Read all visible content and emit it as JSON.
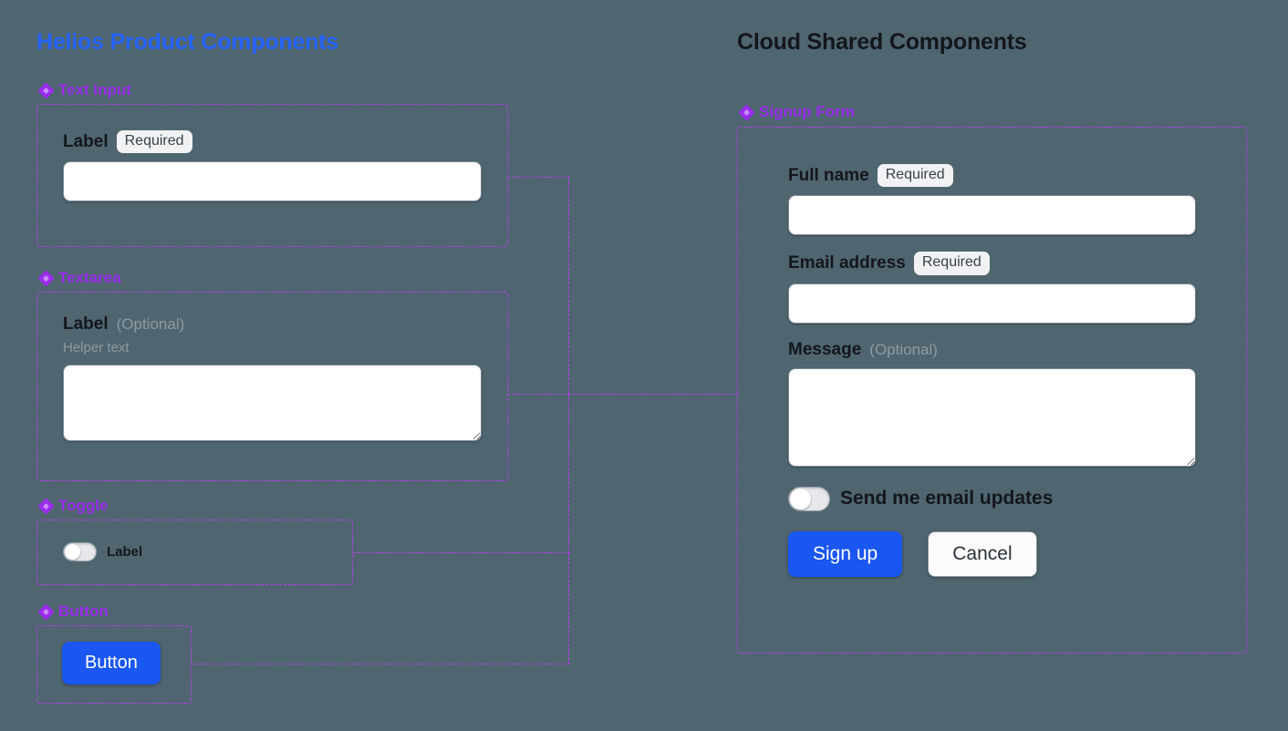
{
  "columns": {
    "left_title": "Helios Product Components",
    "right_title": "Cloud Shared Components"
  },
  "colors": {
    "background": "#4f6670",
    "left_title": "#2563ff",
    "right_title": "#14161c",
    "accent_purple": "#9b2ced",
    "panel_border": "#b93bf0",
    "primary_button": "#1a56f0",
    "badge_background": "#f1f2f4",
    "input_background": "#ffffff"
  },
  "left_panels": [
    {
      "tag": "Text Input",
      "icon": "diamond-icon",
      "label": "Label",
      "badge": "Required",
      "input_value": "",
      "input_placeholder": ""
    },
    {
      "tag": "Textarea",
      "icon": "diamond-icon",
      "label": "Label",
      "optional": "(Optional)",
      "helper": "Helper text",
      "textarea_value": "",
      "textarea_placeholder": ""
    },
    {
      "tag": "Toggle",
      "icon": "diamond-icon",
      "toggle_label": "Label",
      "toggle_state": "off"
    },
    {
      "tag": "Button",
      "icon": "diamond-icon",
      "button_label": "Button"
    }
  ],
  "right_panel": {
    "tag": "Signup Form",
    "icon": "diamond-icon",
    "fields": [
      {
        "label": "Full name",
        "badge": "Required",
        "value": "",
        "placeholder": ""
      },
      {
        "label": "Email address",
        "badge": "Required",
        "value": "",
        "placeholder": ""
      },
      {
        "label": "Message",
        "optional": "(Optional)",
        "value": "",
        "placeholder": ""
      }
    ],
    "toggle": {
      "label": "Send me email updates",
      "state": "off"
    },
    "actions": {
      "primary": "Sign up",
      "secondary": "Cancel"
    }
  }
}
